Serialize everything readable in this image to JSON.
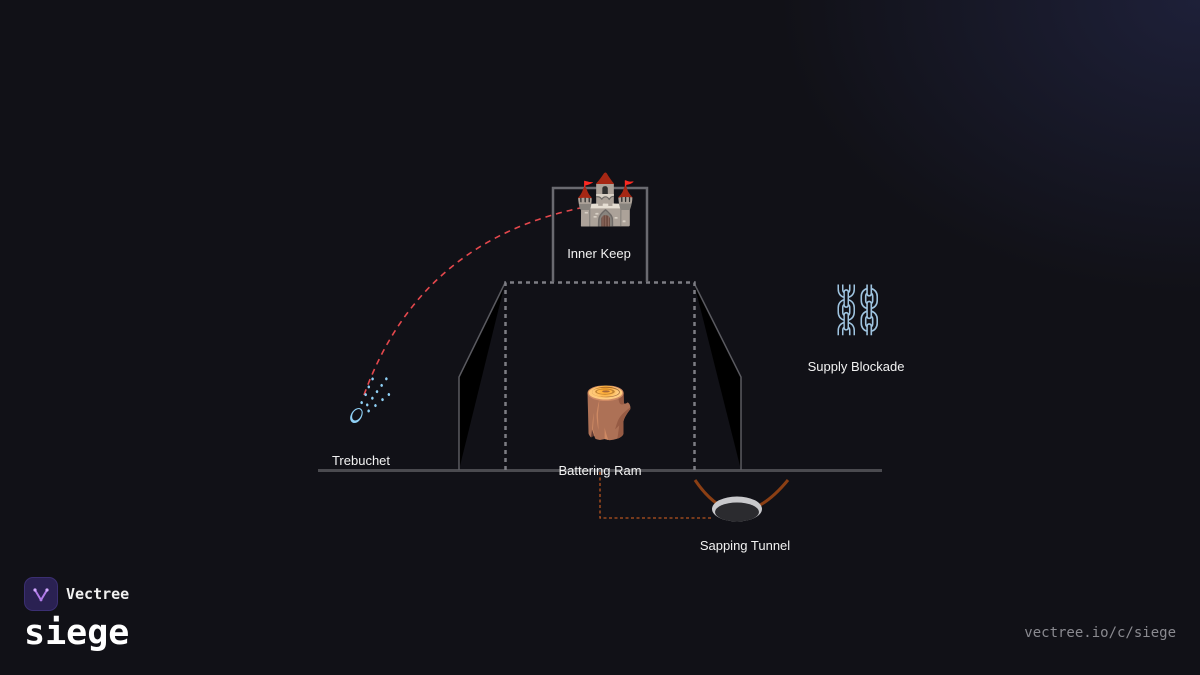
{
  "diagram": {
    "nodes": {
      "inner_keep": {
        "label": "Inner Keep",
        "icon": "castle-icon",
        "glyph": "🏰"
      },
      "supply_blockade": {
        "label": "Supply Blockade",
        "icon": "chains-icon",
        "glyph": "⛓"
      },
      "trebuchet": {
        "label": "Trebuchet",
        "icon": "comet-icon",
        "glyph": "☄"
      },
      "battering_ram": {
        "label": "Battering Ram",
        "icon": "log-icon",
        "glyph": "🪵"
      },
      "sapping_tunnel": {
        "label": "Sapping Tunnel",
        "icon": "hole-icon"
      }
    },
    "colors": {
      "wall_stroke": "#5f5f66",
      "ground": "#4a4a4f",
      "trajectory": "#e5484d",
      "tunnel": "#b5541f"
    }
  },
  "brand": {
    "name": "Vectree",
    "logo_icon": "vectree-logo-icon",
    "logo_color": "#2a2152"
  },
  "page": {
    "title": "siege",
    "url": "vectree.io/c/siege"
  }
}
